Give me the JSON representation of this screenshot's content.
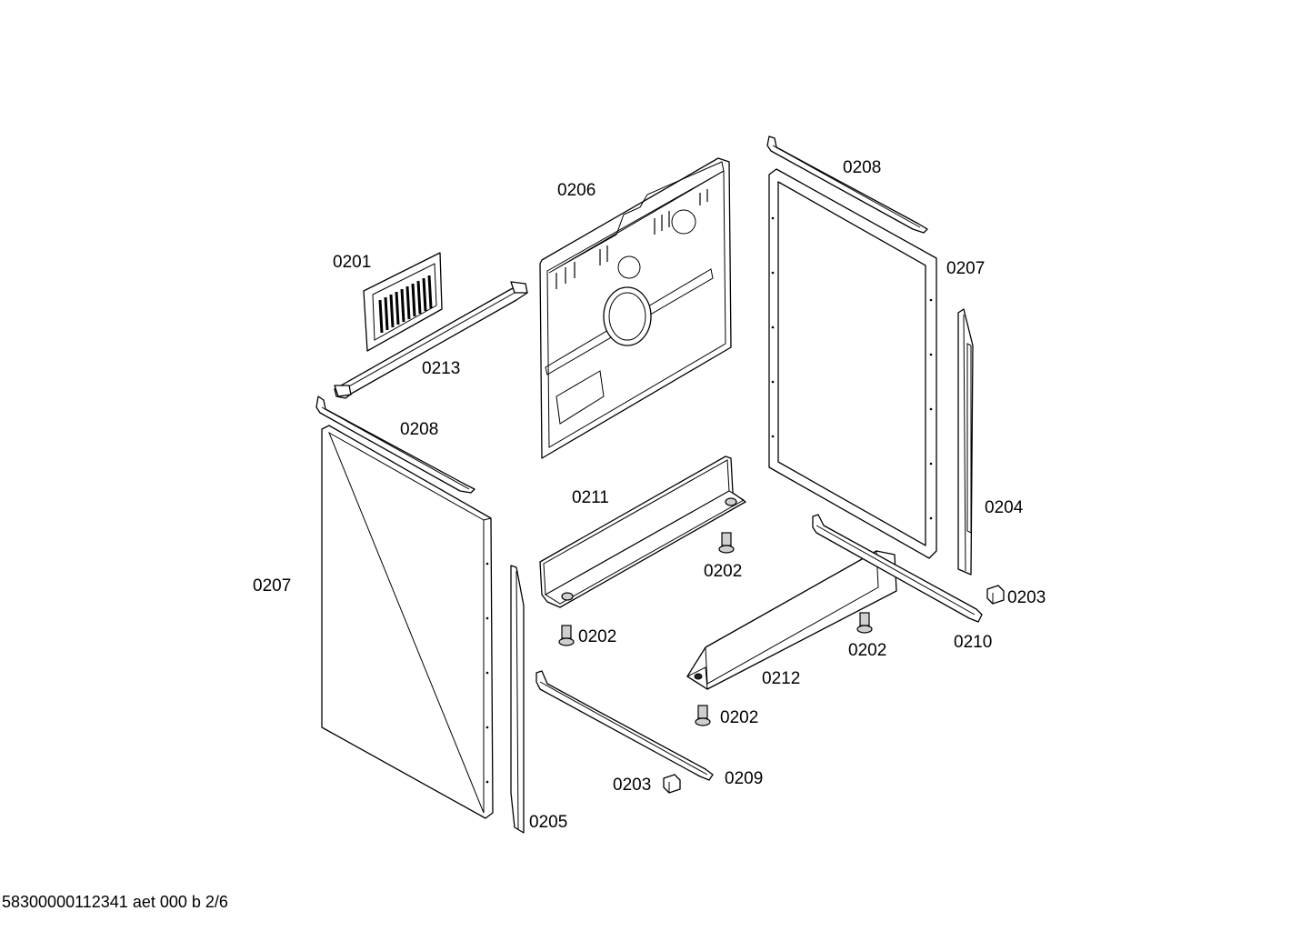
{
  "diagram": {
    "labels": {
      "l0201": "0201",
      "l0206": "0206",
      "l0208_top": "0208",
      "l0207_right": "0207",
      "l0213": "0213",
      "l0208_left": "0208",
      "l0211": "0211",
      "l0204": "0204",
      "l0207_left": "0207",
      "l0202_a": "0202",
      "l0203_right": "0203",
      "l0202_b": "0202",
      "l0202_c": "0202",
      "l0210": "0210",
      "l0212": "0212",
      "l0202_d": "0202",
      "l0209": "0209",
      "l0203_left": "0203",
      "l0205": "0205"
    },
    "footer": "58300000112341 aet 000 b 2/6"
  }
}
